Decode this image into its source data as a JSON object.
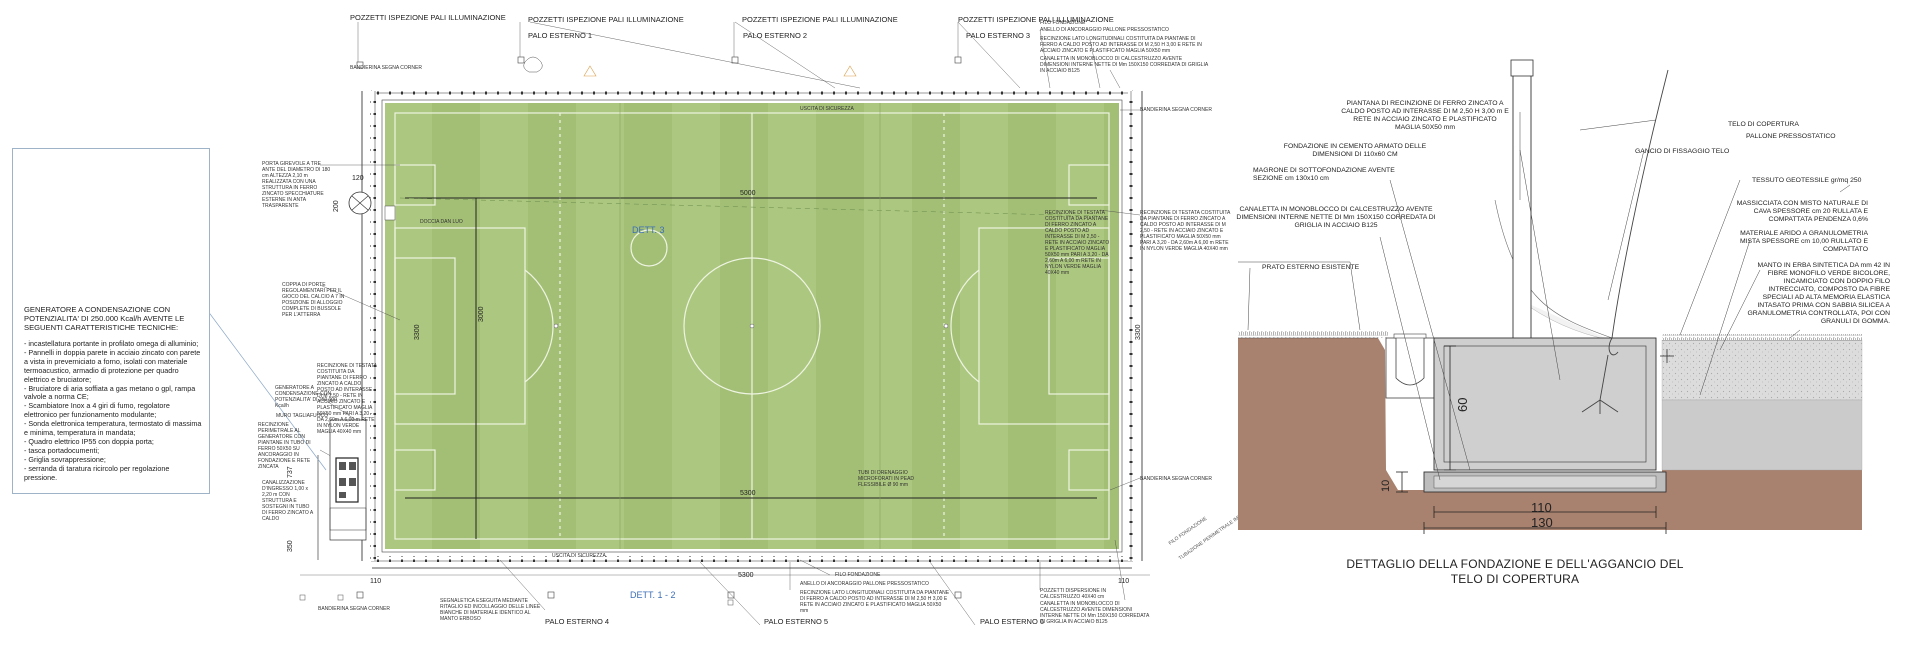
{
  "plan": {
    "pozzetti_label": "POZZETTI ISPEZIONE PALI ILLUMINAZIONE",
    "palo_top": [
      "PALO ESTERNO 1",
      "PALO ESTERNO 2",
      "PALO ESTERNO 3"
    ],
    "palo_bottom": [
      "PALO ESTERNO 4",
      "PALO ESTERNO 5",
      "PALO ESTERNO 6"
    ],
    "dett3": "DETT. 3",
    "dett12": "DETT. 1 - 2",
    "dim_5000": "5000",
    "dim_5300_inner": "5300",
    "dim_5300_outer": "5300",
    "dim_3000": "3000",
    "dim_3300_left": "3300",
    "dim_3300_right": "3300",
    "dim_120": "120",
    "dim_200": "200",
    "dim_737": "737",
    "dim_350": "350",
    "dim_110_left": "110",
    "dim_110_right": "110",
    "uscita_top": "USCITA DI SICUREZZA",
    "uscita_bottom": "USCITA DI SICUREZZA",
    "bandierina": "BANDIERINA SEGNA CORNER",
    "doccia": "DOCCIA DAN LUO",
    "filo_fondazione": "FILO FONDAZIONE",
    "anello": "ANELLO DI ANCORAGGIO PALLONE PRESSOSTATICO",
    "recinzione_note": "RECINZIONE LATO LONGITUDINALI COSTITUITA DA PIANTANE DI FERRO A CALDO POSTO AD INTERASSE DI M 2,50 H 3,00 E RETE IN ACCIAIO ZINCATO E PLASTIFICATO MAGLIA 50X50 mm",
    "canaletta_note": "CANALETTA IN MONOBLOCCO DI CALCESTRUZZO AVENTE DIMENSIONI INTERNE NETTE DI Mm 150X150 CORREDATA DI GRIGLIA IN ACCIAIO B125",
    "porta_note": "PORTA GIREVOLE A TRE ANTE DEL DIAMETRO DI 180 cm ALTEZZA 2,10 m REALIZZATA CON UNA STRUTTURA IN FERRO ZINCATO SPECCHIATURE ESTERNE IN ANTA TRASPARENTE",
    "coppia_note": "COPPIA DI PORTE REGOLAMENTARI PER IL GIOCO DEL CALCIO A 7 IN POSIZIONE DI ALLOGGIO COMPLETE DI BUSSOLE PER L'ATTERRA",
    "recinzione_testata": "RECINZIONE DI TESTATA COSTITUITA DA PIANTANE DI FERRO ZINCATO A CALDO POSTO AD INTERASSE DI M 2,50 - RETE IN ACCIAIO ZINCATO E PLASTIFICATO MAGLIA 50X50 mm PARI A 3,20 - DA 2,60m A 6,00 m RETE IN NYLON VERDE MAGLIA 40X40 mm",
    "generatore_small": "GENERATORE A CONDENSAZIONE CON POTENZIALITA' DI 250.000 Kcal/h",
    "muro_note": "MURO TAGLIAFUOCO",
    "recinzione_perimetrale": "RECINZIONE PERIMETRALE AL GENERATORE CON PIANTANE IN TUBO DI FERRO 50X50 SU ANCORAGGIO IN FONDAZIONE E RETE ZINCATA",
    "tubi_drenaggio": "TUBI DI DRENAGGIO MICROFORATI IN PEAD FLESSIBILE Ø 90 mm",
    "segnaletica": "SEGNALETICA ESEGUITA MEDIANTE RITAGLIO ED INCOLLAGGIO DELLE LINEE BIANCHE DI MATERIALE IDENTICO AL MANTO ERBOSO",
    "pozzetti_dispersione": "POZZETTI DISPERSIONE IN CALCESTRUZZO 40X40 cm",
    "canalizzazione": "CANALIZZAZIONE D'INGRESSO 1,00 x 2,20 m CON STRUTTURA E SOSTEGNI IN TUBO DI FERRO ZINCATO A CALDO",
    "filo_fondazione_v": "FILO FONDAZIONE",
    "telo_v": "TUBAZIONE PERIMETRALE IMPIANTO"
  },
  "generator": {
    "title": "GENERATORE A CONDENSAZIONE CON POTENZIALITA' DI 250.000 Kcal/h AVENTE LE SEGUENTI CARATTERISTICHE TECNICHE:",
    "specs": [
      "- incastellatura portante in profilato omega di alluminio;",
      "- Pannelli in doppia parete in acciaio zincato con parete a vista in preverniciato a forno, isolati con materiale termoacustico, armadio di protezione per quadro elettrico e bruciatore;",
      "- Bruciatore di aria soffiata a gas metano o gpl, rampa valvole a norma CE;",
      "- Scambiatore Inox a 4 giri di fumo, regolatore elettronico per funzionamento modulante;",
      "- Sonda elettronica temperatura, termostato di massima e minima, temperatura in mandata;",
      "- Quadro elettrico IP55 con doppia porta;",
      "- tasca portadocumenti;",
      "- Griglia sovrappressione;",
      "- serranda di taratura ricircolo per regolazione pressione."
    ]
  },
  "section": {
    "title_line1": "DETTAGLIO DELLA FONDAZIONE E DELL'AGGANCIO DEL",
    "title_line2": "TELO DI COPERTURA",
    "piantana": "PIANTANA DI RECINZIONE DI FERRO ZINCATO A CALDO POSTO AD INTERASSE DI M 2,50 H 3,00 m E RETE IN ACCIAIO ZINCATO E PLASTIFICATO MAGLIA 50X50 mm",
    "telo": "TELO DI COPERTURA",
    "pallone": "PALLONE PRESSOSTATICO",
    "gancio": "GANCIO DI FISSAGGIO TELO",
    "fondazione": "FONDAZIONE IN CEMENTO ARMATO DELLE DIMENSIONI DI 110x60 CM",
    "magrone": "MAGRONE DI SOTTOFONDAZIONE AVENTE SEZIONE cm 130x10 cm",
    "tessuto": "TESSUTO GEOTESSILE gr/mq 250",
    "canaletta": "CANALETTA IN MONOBLOCCO DI CALCESTRUZZO AVENTE DIMENSIONI INTERNE NETTE DI Mm 150X150 CORREDATA DI GRIGLIA IN ACCIAIO B125",
    "massicciata": "MASSICCIATA CON MISTO NATURALE DI CAVA SPESSORE cm 20 RULLATA E COMPATTATA PENDENZA 0,6%",
    "materiale": "MATERIALE ARIDO A GRANULOMETRIA MISTA SPESSORE cm 10,00 RULLATO E COMPATTATO",
    "prato": "PRATO ESTERNO ESISTENTE",
    "manto": "MANTO IN ERBA SINTETICA DA mm 42 IN FIBRE MONOFILO VERDE BICOLORE, INCAMICIATO CON DOPPIO FILO INTRECCIATO, COMPOSTO DA FIBRE SPECIALI AD ALTA MEMORIA ELASTICA INTASATO PRIMA CON SABBIA SILICEA A GRANULOMETRIA CONTROLLATA, POI CON GRANULI DI GOMMA.",
    "dim_60": "60",
    "dim_10": "10",
    "dim_110": "110",
    "dim_130": "130"
  },
  "colors": {
    "pitch": "#a9c47c",
    "pitch_dark": "#9fbb72",
    "soil": "#a98470",
    "gravel": "#d9d9d9",
    "concrete": "#c9c9c9",
    "box_border": "#9fb3c8",
    "arrow_blue": "#3d6fb6"
  }
}
